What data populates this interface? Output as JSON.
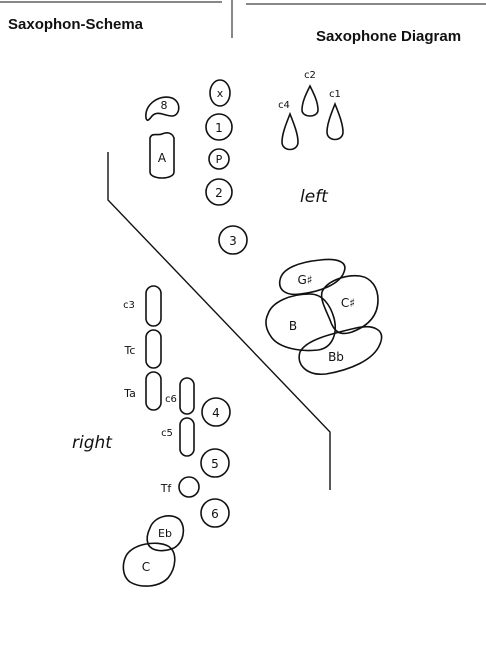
{
  "header": {
    "title_left": "Saxophon-Schema",
    "title_right": "Saxophone Diagram"
  },
  "labels": {
    "left": "left",
    "right": "right"
  },
  "keys": {
    "octave": "8",
    "a": "A",
    "x": "x",
    "k1": "1",
    "p": "P",
    "k2": "2",
    "k3": "3",
    "c1": "c1",
    "c2": "c2",
    "c4": "c4",
    "gsharp": "G♯",
    "b": "B",
    "csharp": "C♯",
    "bb": "Bb",
    "c3": "c3",
    "tc": "Tc",
    "ta": "Ta",
    "c6": "c6",
    "c5": "c5",
    "k4": "4",
    "k5": "5",
    "tf": "Tf",
    "k6": "6",
    "eb": "Eb",
    "c": "C"
  }
}
